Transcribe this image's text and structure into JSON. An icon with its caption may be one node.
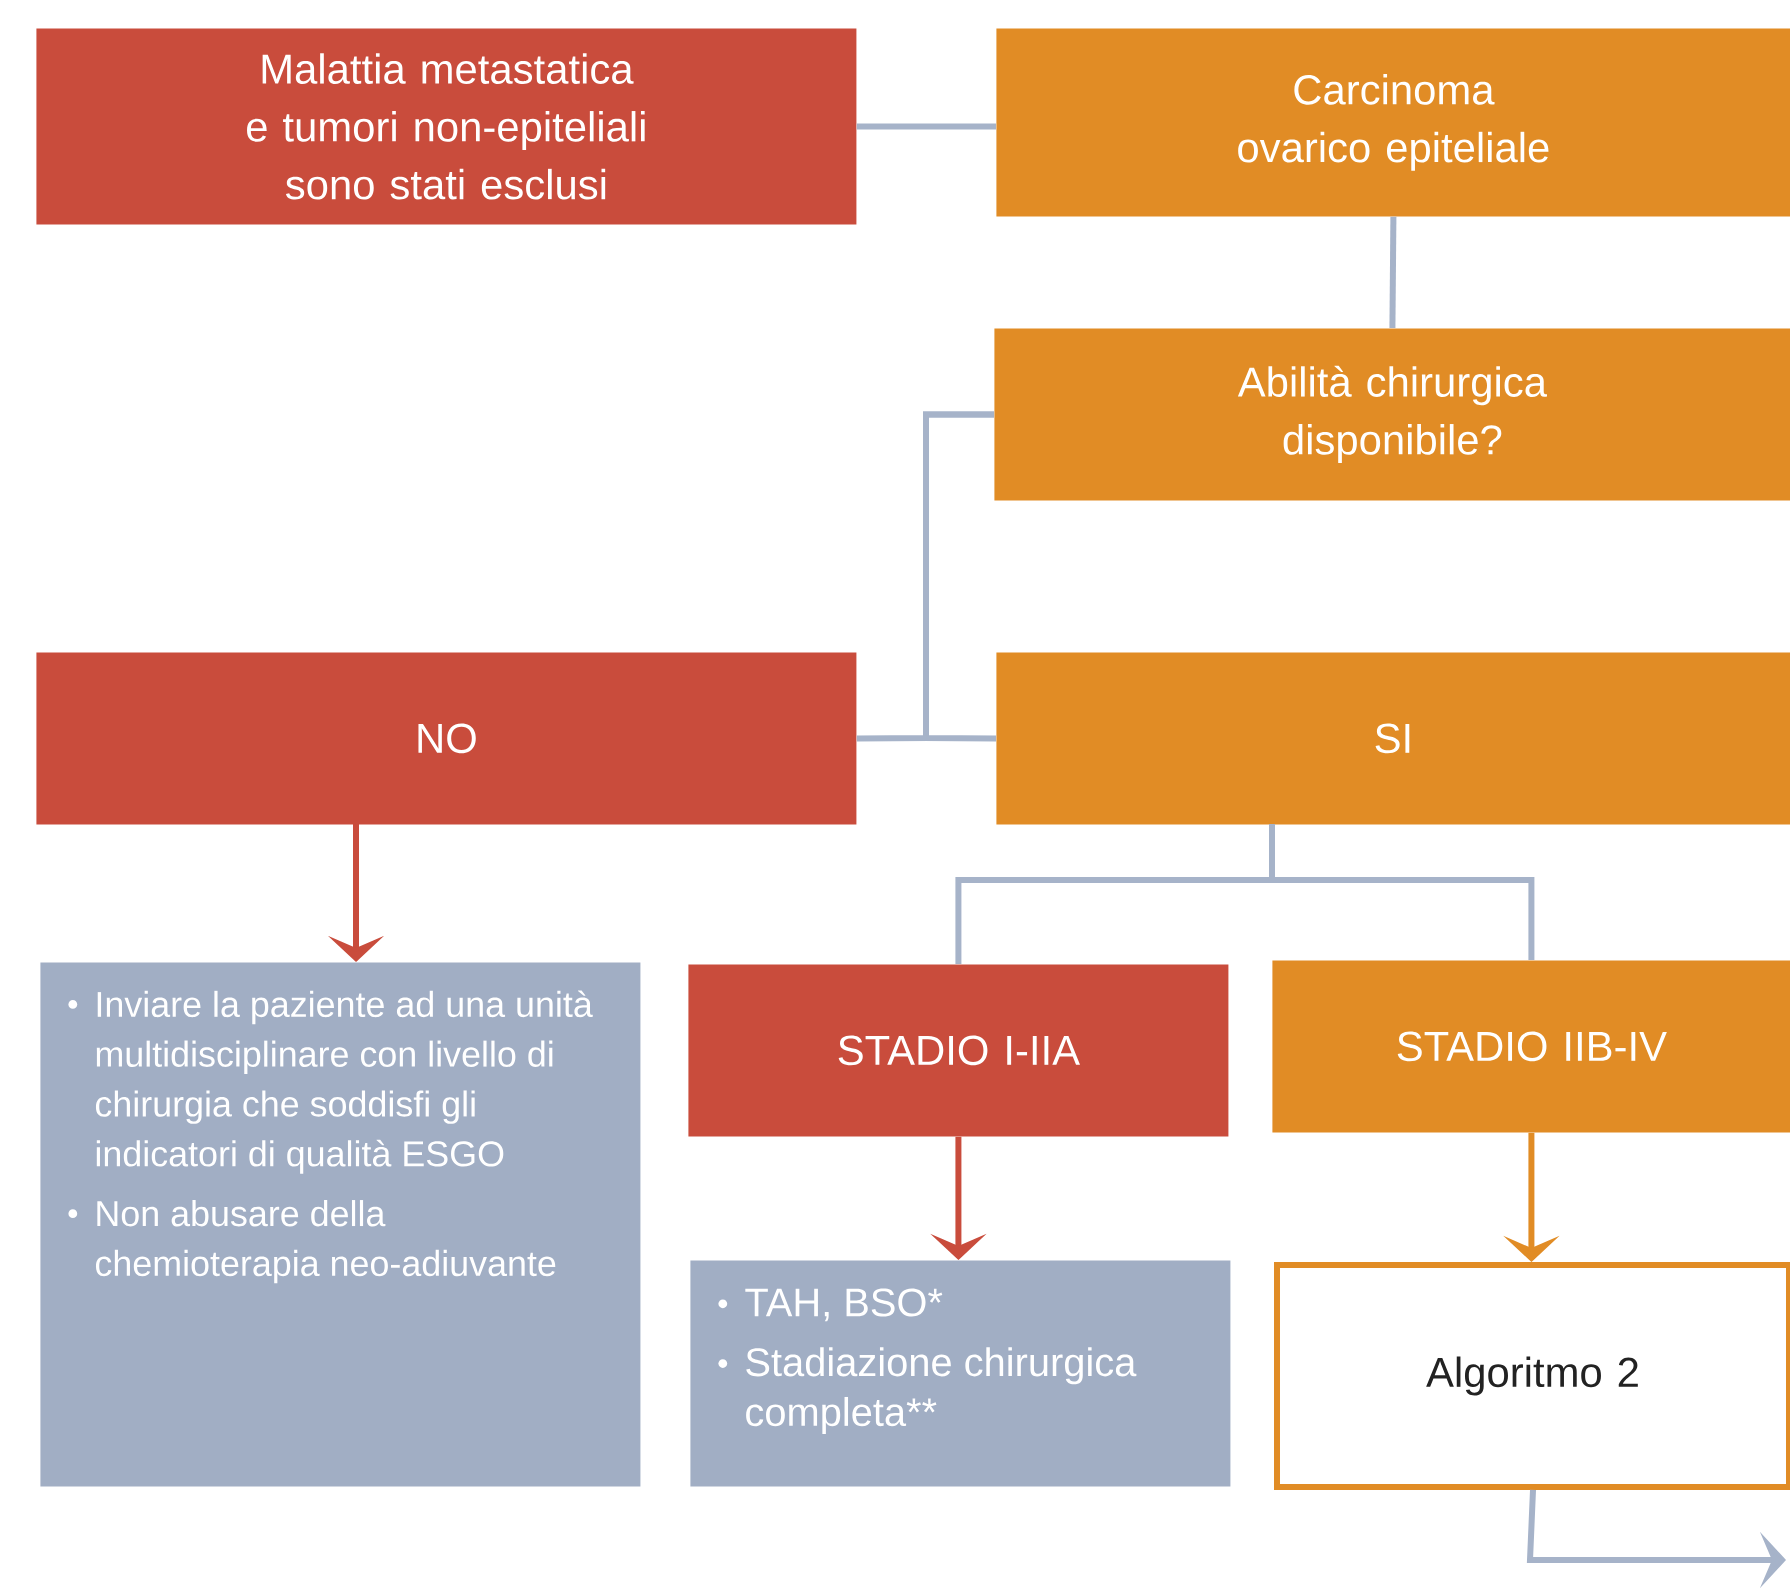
{
  "diagram": {
    "nodes": [
      {
        "text": [
          "Malattia metastatica e tumori non-epiteliali sono stati esclusi"
        ]
      },
      {
        "text": [
          "Carcinoma ovarico epiteliale"
        ]
      },
      {
        "text": [
          "Abilità chirurgica disponibile?"
        ]
      },
      {
        "text": [
          "NO"
        ]
      },
      {
        "text": [
          "SI"
        ]
      },
      {
        "text": [
          "Inviare la paziente ad una unità multidisciplinare con livello di chirurgia che soddisfi gli indicatori di qualità ESGO",
          "Non abusare della chemioterapia neo-adiuvante"
        ]
      },
      {
        "text": [
          "STADIO I-IIA"
        ]
      },
      {
        "text": [
          "STADIO IIB-IV"
        ]
      },
      {
        "text": [
          "TAH, BSO*",
          "Stadiazione chirurgica completa**"
        ]
      },
      {
        "text": [
          "Algoritmo 2"
        ]
      }
    ],
    "edges": [
      {
        "from": 0,
        "to": 1,
        "arrow": "none"
      },
      {
        "from": 1,
        "to": 2,
        "arrow": "none"
      },
      {
        "from": 2,
        "to": 3,
        "arrow": "none"
      },
      {
        "from": 2,
        "to": 4,
        "arrow": "none"
      },
      {
        "from": 3,
        "to": 5,
        "arrow": "to",
        "color": "#c94c3c"
      },
      {
        "from": 4,
        "to": 6,
        "arrow": "none"
      },
      {
        "from": 4,
        "to": 7,
        "arrow": "none"
      },
      {
        "from": 6,
        "to": 8,
        "arrow": "to",
        "color": "#c94c3c"
      },
      {
        "from": 7,
        "to": 9,
        "arrow": "to",
        "color": "#e18c25"
      },
      {
        "from": 9,
        "to": null,
        "arrow": "to"
      }
    ]
  }
}
